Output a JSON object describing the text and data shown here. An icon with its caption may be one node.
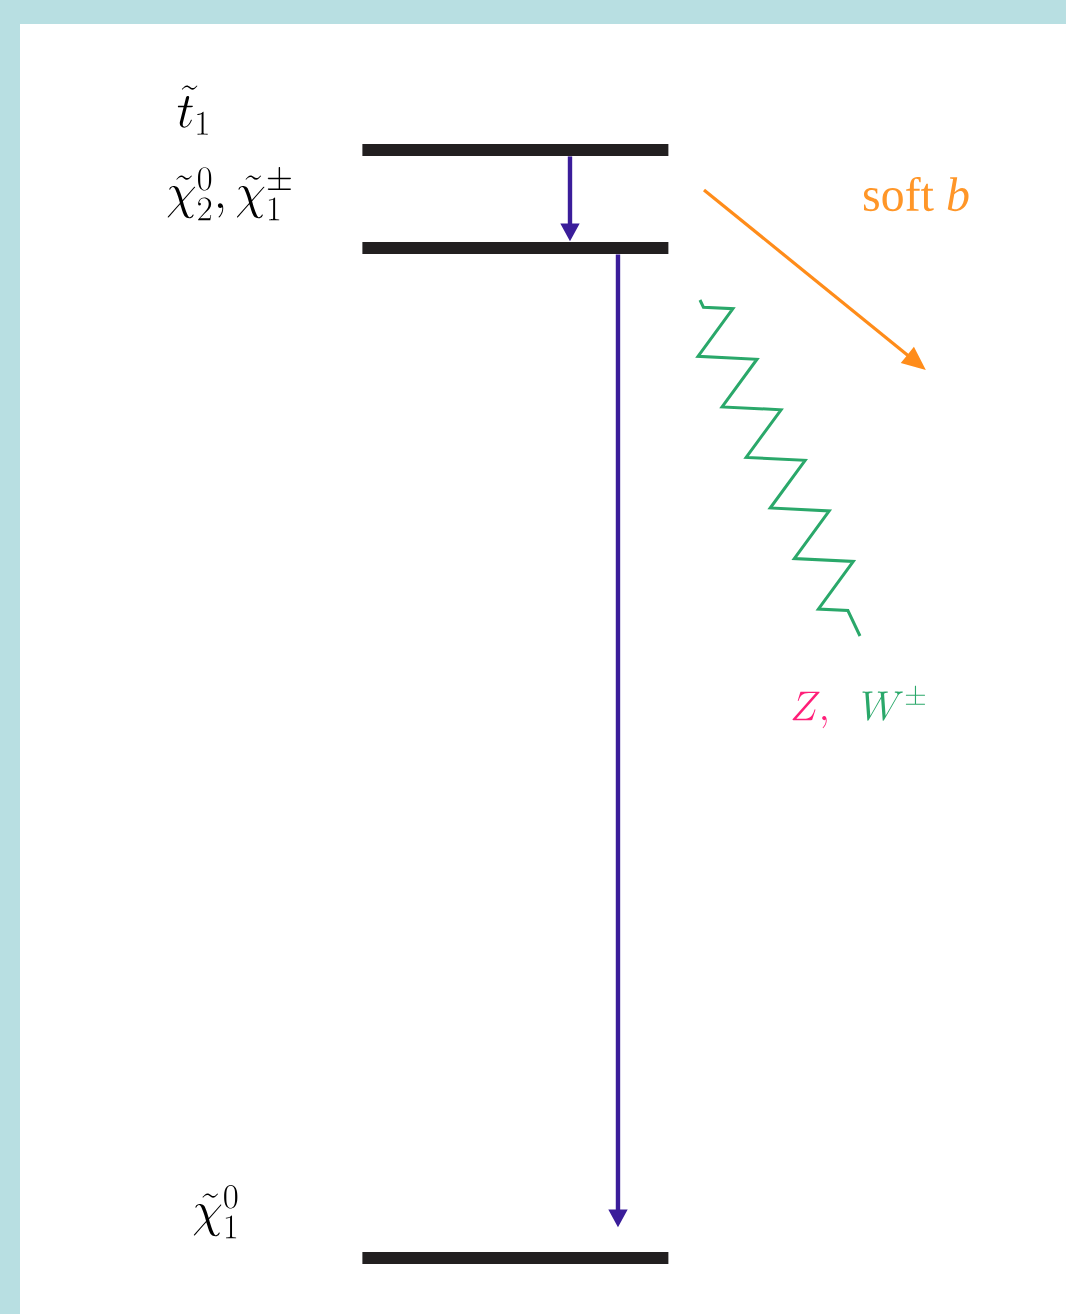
{
  "diagram": {
    "nodes": [
      {
        "text": [],
        "shape": "bar"
      },
      {
        "text": [],
        "shape": "bar",
        "beside": [
          "\\tilde{\\chi}^0_2, \\tilde{\\chi}^\\pm_1"
        ]
      },
      {
        "text": [],
        "shape": "bar"
      }
    ],
    "edges": [
      {
        "from": 0,
        "to": 1,
        "arrow": "to"
      },
      {
        "from": 1,
        "to": 2,
        "arrow": "to"
      }
    ],
    "labels": [
      "\\tilde{t}_1",
      "soft *b*",
      "Z,",
      "W^{\\pm}",
      "\\tilde{\\chi}^0_1"
    ]
  }
}
